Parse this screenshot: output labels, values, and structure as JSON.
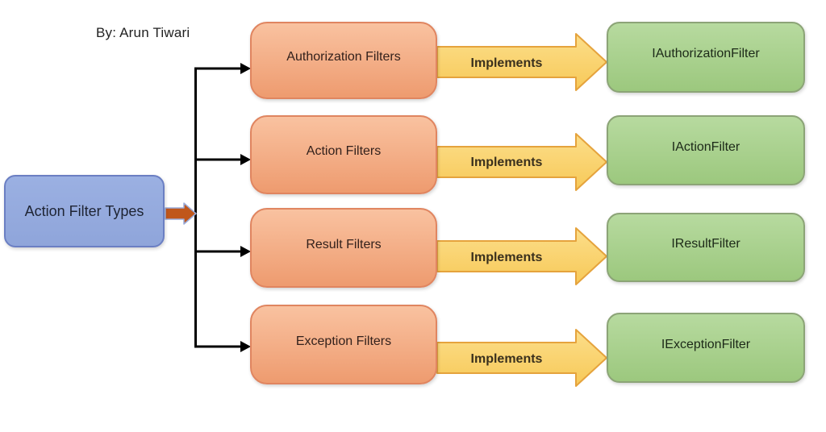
{
  "byline": "By: Arun Tiwari",
  "root": {
    "label": "Action Filter Types"
  },
  "rows": [
    {
      "filter": "Authorization Filters",
      "connector_label": "Implements",
      "interface": "IAuthorizationFilter"
    },
    {
      "filter": "Action Filters",
      "connector_label": "Implements",
      "interface": "IActionFilter"
    },
    {
      "filter": "Result Filters",
      "connector_label": "Implements",
      "interface": "IResultFilter"
    },
    {
      "filter": "Exception Filters",
      "connector_label": "Implements",
      "interface": "IExceptionFilter"
    }
  ],
  "colors": {
    "root_fill": "#8FA5DA",
    "root_border": "#6B7FC3",
    "filter_fill_top": "#F9C2A0",
    "filter_fill_bottom": "#EE9B6F",
    "filter_border": "#E08560",
    "interface_fill_top": "#B7DA9F",
    "interface_fill_bottom": "#9CC87E",
    "interface_border": "#8CA477",
    "arrow_fill_top": "#FCDE8A",
    "arrow_fill_bottom": "#F7C958",
    "arrow_border": "#E5A33D",
    "branch_line": "#000000",
    "root_arrow_fill": "#C0571B"
  }
}
